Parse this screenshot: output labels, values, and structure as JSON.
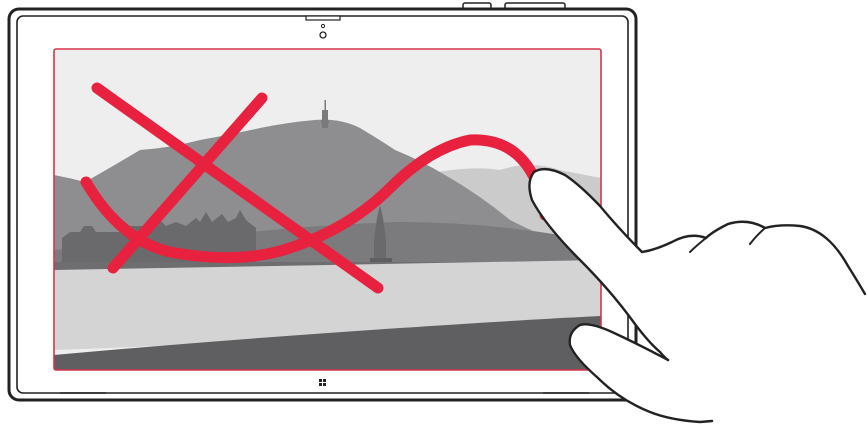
{
  "illustration": {
    "device": "tablet",
    "home_button_icon": "windows-logo-icon",
    "camera_icon": "camera-icon",
    "gestures": [
      {
        "name": "x-cross-gesture",
        "shape": "x-mark"
      },
      {
        "name": "wave-gesture",
        "shape": "sine-wave"
      }
    ],
    "hand_icon": "pointing-hand-icon",
    "colors": {
      "gesture_stroke": "#e8213f",
      "screen_border": "#d9344a",
      "device_outline": "#222222",
      "sky": "#eeeeef",
      "far_hills": "#c8c8c9",
      "mountain": "#8e8e90",
      "town": "#6f6f71",
      "water": "#d4d4d5",
      "foreground": "#5f5f61"
    }
  }
}
